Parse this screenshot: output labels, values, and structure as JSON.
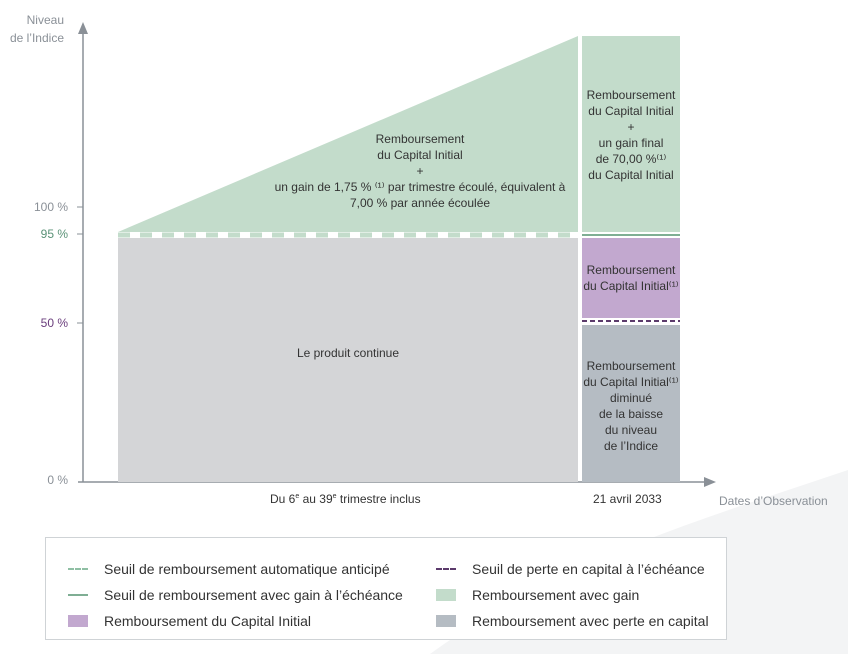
{
  "axis": {
    "y_title_line1": "Niveau",
    "y_title_line2": "de l’Indice",
    "x_title": "Dates d’Observation",
    "ticks": {
      "t100": "100 %",
      "t95": "95 %",
      "t50": "50 %",
      "t0": "0 %"
    },
    "x_period_1": "Du 6e au 39e trimestre inclus",
    "x_period_2": "21 avril 2033"
  },
  "zones": {
    "triangle": {
      "line1": "Remboursement",
      "line2": "du Capital Initial",
      "line3": "+",
      "line4": "un gain de 1,75 % ⁽¹⁾ par trimestre écoulé, équivalent à",
      "line5": "7,00 % par année écoulée"
    },
    "continue": "Le produit continue",
    "final_gain": {
      "line1": "Remboursement",
      "line2": "du Capital Initial",
      "line3": "+",
      "line4": "un gain final",
      "line5": "de 70,00 %⁽¹⁾",
      "line6": "du Capital Initial"
    },
    "capital": {
      "line1": "Remboursement",
      "line2": "du Capital Initial⁽¹⁾"
    },
    "loss": {
      "line1": "Remboursement",
      "line2": "du Capital Initial⁽¹⁾",
      "line3": "diminué",
      "line4": "de la baisse",
      "line5": "du niveau",
      "line6": "de l’Indice"
    }
  },
  "legend": {
    "item1": "Seuil de remboursement automatique anticipé",
    "item2": "Seuil de perte en capital à l’échéance",
    "item3": "Seuil de remboursement avec gain à l’échéance",
    "item4": "Remboursement avec gain",
    "item5": "Remboursement du Capital Initial",
    "item6": "Remboursement avec perte en capital"
  },
  "colors": {
    "gain": "#c3dccb",
    "gain_line": "#7fae94",
    "capital": "#c2a8cf",
    "loss": "#b5bcc3",
    "continue": "#d4d5d7",
    "purple_text": "#6a3d7c",
    "green_text": "#5a9277",
    "axis": "#8a9097"
  }
}
